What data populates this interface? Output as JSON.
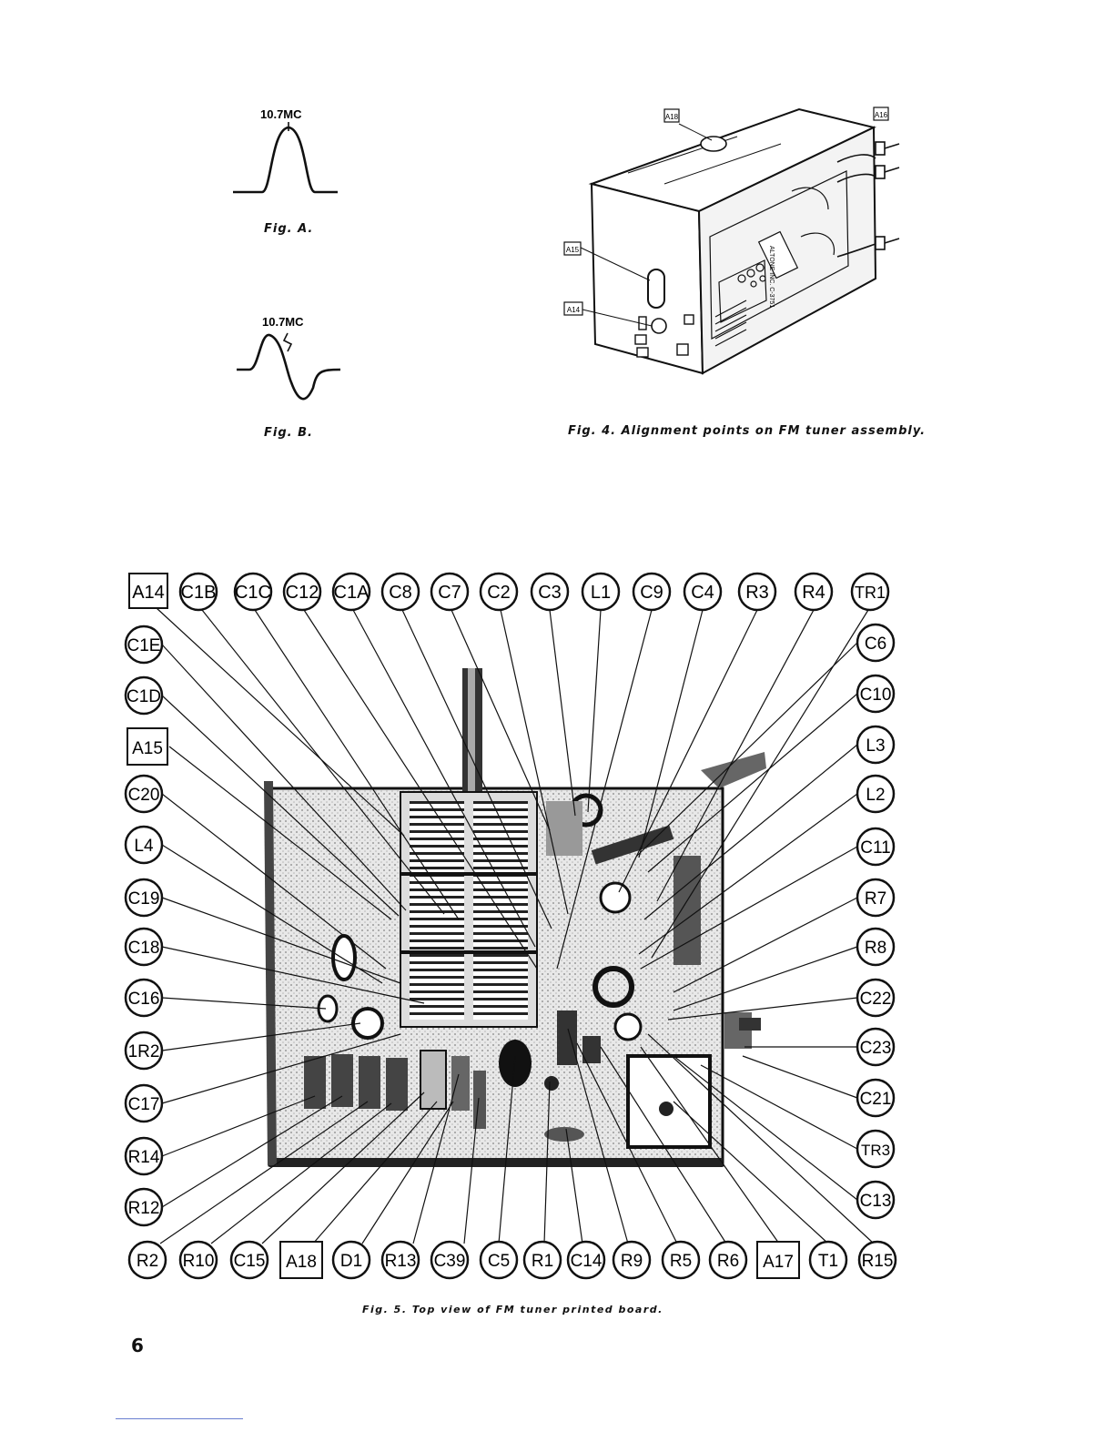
{
  "fig_a": {
    "label": "10.7MC",
    "caption": "Fig. A."
  },
  "fig_b": {
    "label": "10.7MC",
    "caption": "Fig. B."
  },
  "fig_4": {
    "caption": "Fig. 4. Alignment points on FM tuner assembly.",
    "callouts": [
      "A18",
      "A16",
      "A15",
      "A14"
    ],
    "stamp": "ALTONE INC. C-3751"
  },
  "fig_5": {
    "caption": "Fig. 5. Top view of FM tuner printed board.",
    "boxed_labels": [
      "A14",
      "A15",
      "A18",
      "A17"
    ],
    "top_row": [
      "A14",
      "C1B",
      "C1C",
      "C12",
      "C1A",
      "C8",
      "C7",
      "C2",
      "C3",
      "L1",
      "C9",
      "C4",
      "R3",
      "R4",
      "TR1"
    ],
    "left_column": [
      "C1E",
      "C1D",
      "A15",
      "C20",
      "L4",
      "C19",
      "C18",
      "C16",
      "1R2",
      "C17",
      "R14",
      "R12"
    ],
    "right_column": [
      "C6",
      "C10",
      "L3",
      "L2",
      "C11",
      "R7",
      "R8",
      "C22",
      "C23",
      "C21",
      "TR3",
      "C13"
    ],
    "bottom_row": [
      "R2",
      "R10",
      "C15",
      "A18",
      "D1",
      "R13",
      "C39",
      "C5",
      "R1",
      "C14",
      "R9",
      "R5",
      "R6",
      "A17",
      "T1",
      "R15"
    ]
  },
  "page_number": "6"
}
